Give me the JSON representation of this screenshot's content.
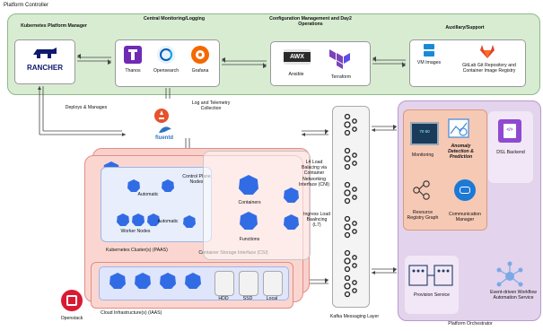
{
  "title": "Platform Controller",
  "top": {
    "k8s_manager": {
      "title": "Kubernetes Platform Manager",
      "logo": "RANCHER"
    },
    "monitoring": {
      "title": "Central Monitoring/Logging",
      "tools": [
        "Thanos",
        "Opensearch",
        "Grafana"
      ]
    },
    "config": {
      "title": "Configuration Management and Day2 Operations",
      "tools": [
        "Ansible",
        "Terraform"
      ],
      "awx_logo": "AWX"
    },
    "aux": {
      "title": "Auxillary/Support",
      "vm": "VM Images",
      "gitlab": "GitLab Git Repository and Container Image Registry"
    }
  },
  "left": {
    "deploys": "Deploys & Manages",
    "fluentd": "fluentd",
    "log": "Log and Telemetry Collection"
  },
  "cluster": {
    "control_plane": "Control Plane Nodes",
    "automatic_1": "Automatic",
    "automatic_2": "Automatic",
    "worker": "Worker Nodes",
    "title": "Kubernetes Cluster(s) (PAAS)",
    "containers": "Containers",
    "functions": "Functions",
    "csi": "Container Storage Interface (CSI)"
  },
  "middle": {
    "l4": "L4 Load Balacing via Container Networking Interface (CNI)",
    "ingress": "Ingress Load Baalncing (L7)"
  },
  "infra": {
    "title": "Cloud Infrastructure(s) (IAAS)",
    "disks": [
      "HDD",
      "SSD",
      "Local"
    ],
    "openstack": "Openstack"
  },
  "kafka": {
    "title": "Kafka Messaging Layer"
  },
  "orchestrator": {
    "title": "Platform Orchestrator",
    "monitoring": "Monitoring",
    "anomaly": "Anomaly Detection & Prediction",
    "registry": "Resource Registry Graph",
    "comm": "Communication Manager",
    "dsl": "DSL Backend",
    "provision": "Provision Service",
    "event": "Event-driven Workflow Automation Service",
    "gauge": "70 50"
  },
  "colors": {
    "green_panel": "#d8ecd2",
    "pink": "#fbd6d1",
    "purple": "#e3d3ec",
    "k8s_blue": "#326ce5",
    "gitlab": "#e2432a",
    "openstack": "#da1a32"
  }
}
